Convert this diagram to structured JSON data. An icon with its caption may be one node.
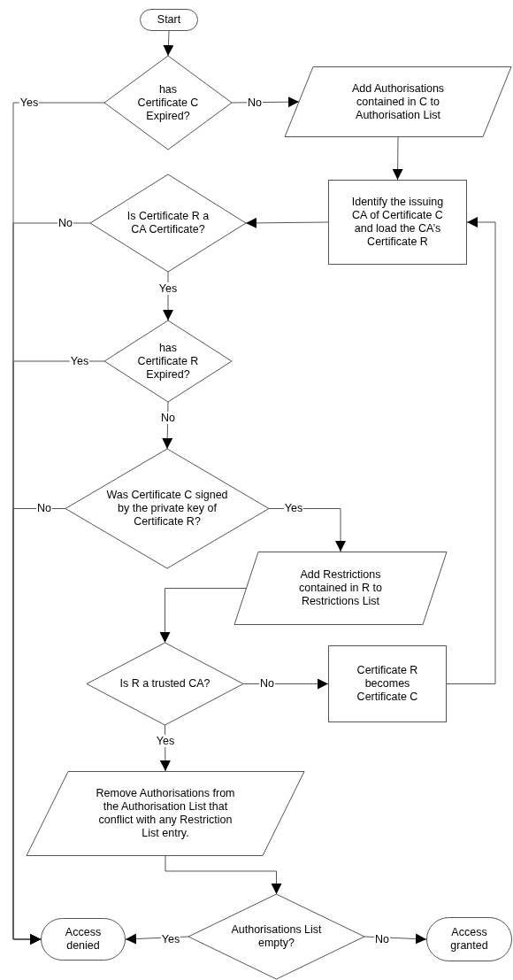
{
  "diagram": {
    "nodes": [
      {
        "text": [
          "Start"
        ]
      },
      {
        "text": [
          "has Certificate C Expired?"
        ]
      },
      {
        "text": [
          "Add Authorisations contained in C to Authorisation List"
        ]
      },
      {
        "text": [
          "Identify the issuing CA of Certificate C and load the CA’s Certificate R"
        ]
      },
      {
        "text": [
          "Is Certificate R a CA Certificate?"
        ]
      },
      {
        "text": [
          "has Certificate R Expired?"
        ]
      },
      {
        "text": [
          "Was Certificate C signed by the private key of Certificate R?"
        ]
      },
      {
        "text": [
          "Add Restrictions contained in R to Restrictions List"
        ]
      },
      {
        "text": [
          "Is R a trusted CA?"
        ]
      },
      {
        "text": [
          "Certificate R becomes Certificate C"
        ]
      },
      {
        "text": [
          "Remove Authorisations from the Authorisation List that conflict with any Restriction List entry."
        ]
      },
      {
        "text": [
          "Authorisations List empty?"
        ]
      },
      {
        "text": [
          "Access denied"
        ]
      },
      {
        "text": [
          "Access granted"
        ]
      }
    ],
    "edges": [
      {
        "from": 0,
        "to": 1,
        "arrow": "to"
      },
      {
        "from": 1,
        "to": 12,
        "arrow": "to",
        "label": "Yes"
      },
      {
        "from": 1,
        "to": 2,
        "arrow": "to",
        "label": "No"
      },
      {
        "from": 2,
        "to": 3,
        "arrow": "to"
      },
      {
        "from": 3,
        "to": 4,
        "arrow": "to"
      },
      {
        "from": 4,
        "to": 12,
        "arrow": "to",
        "label": "No"
      },
      {
        "from": 4,
        "to": 5,
        "arrow": "to",
        "label": "Yes"
      },
      {
        "from": 5,
        "to": 12,
        "arrow": "to",
        "label": "Yes"
      },
      {
        "from": 5,
        "to": 6,
        "arrow": "to",
        "label": "No"
      },
      {
        "from": 6,
        "to": 12,
        "arrow": "to",
        "label": "No"
      },
      {
        "from": 6,
        "to": 7,
        "arrow": "to",
        "label": "Yes"
      },
      {
        "from": 7,
        "to": 8,
        "arrow": "to"
      },
      {
        "from": 8,
        "to": 9,
        "arrow": "to",
        "label": "No"
      },
      {
        "from": 9,
        "to": 3,
        "arrow": "to"
      },
      {
        "from": 8,
        "to": 10,
        "arrow": "to",
        "label": "Yes"
      },
      {
        "from": 10,
        "to": 11,
        "arrow": "to"
      },
      {
        "from": 11,
        "to": 12,
        "arrow": "to",
        "label": "Yes"
      },
      {
        "from": 11,
        "to": 13,
        "arrow": "to",
        "label": "No"
      }
    ]
  }
}
